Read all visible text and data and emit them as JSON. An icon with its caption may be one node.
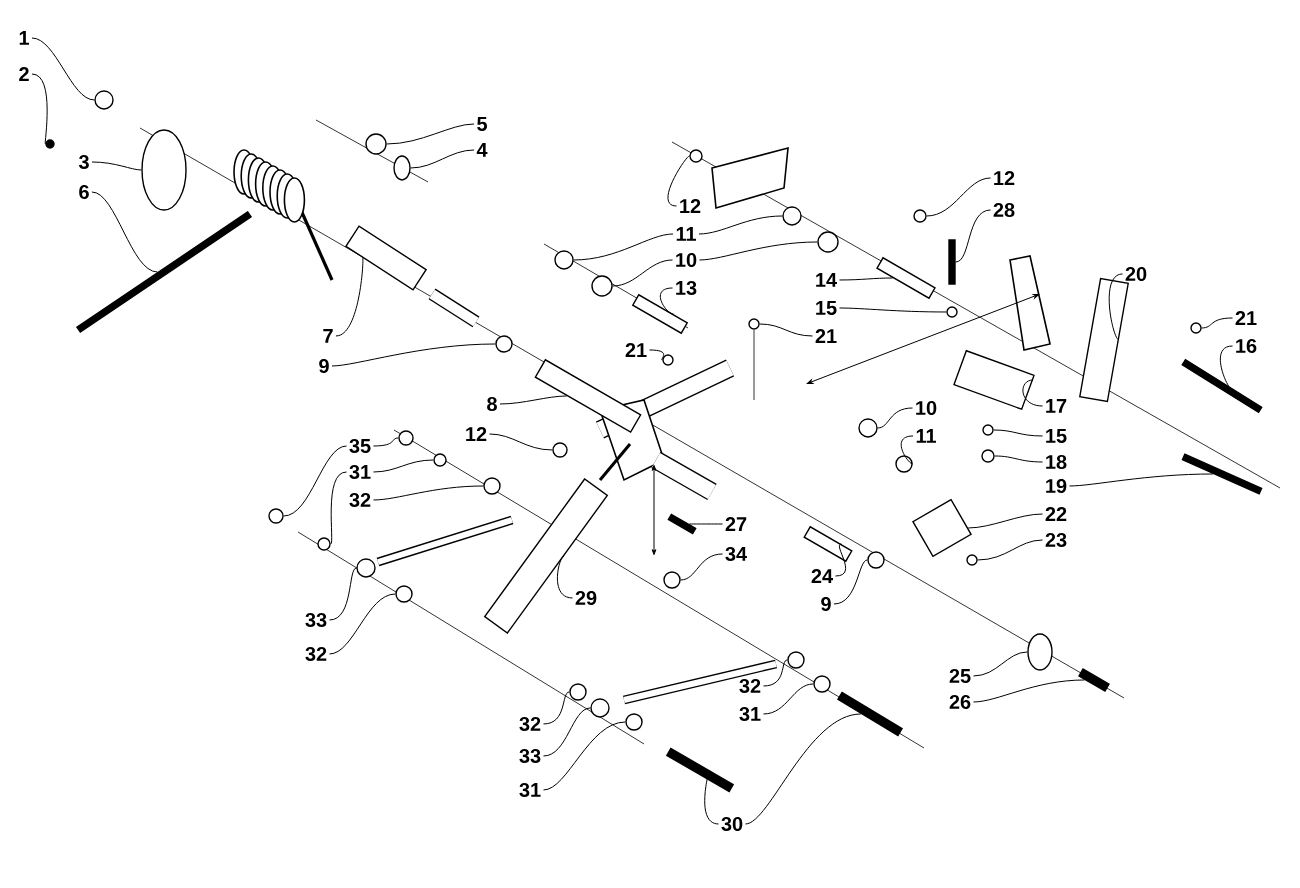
{
  "diagram": {
    "nodes": [
      {
        "text": [
          "1"
        ]
      },
      {
        "text": [
          "2"
        ]
      },
      {
        "text": [
          "5"
        ]
      },
      {
        "text": [
          "4"
        ]
      },
      {
        "text": [
          "3"
        ]
      },
      {
        "text": [
          "12"
        ]
      },
      {
        "text": [
          "6"
        ]
      },
      {
        "text": [
          "12"
        ]
      },
      {
        "text": [
          "28"
        ]
      },
      {
        "text": [
          "11"
        ]
      },
      {
        "text": [
          "10"
        ]
      },
      {
        "text": [
          "20"
        ]
      },
      {
        "text": [
          "14"
        ]
      },
      {
        "text": [
          "13"
        ]
      },
      {
        "text": [
          "15"
        ]
      },
      {
        "text": [
          "21"
        ]
      },
      {
        "text": [
          "7"
        ]
      },
      {
        "text": [
          "21"
        ]
      },
      {
        "text": [
          "16"
        ]
      },
      {
        "text": [
          "21"
        ]
      },
      {
        "text": [
          "9"
        ]
      },
      {
        "text": [
          "8"
        ]
      },
      {
        "text": [
          "17"
        ]
      },
      {
        "text": [
          "10"
        ]
      },
      {
        "text": [
          "12"
        ]
      },
      {
        "text": [
          "11"
        ]
      },
      {
        "text": [
          "15"
        ]
      },
      {
        "text": [
          "35"
        ]
      },
      {
        "text": [
          "18"
        ]
      },
      {
        "text": [
          "31"
        ]
      },
      {
        "text": [
          "19"
        ]
      },
      {
        "text": [
          "32"
        ]
      },
      {
        "text": [
          "22"
        ]
      },
      {
        "text": [
          "27"
        ]
      },
      {
        "text": [
          "23"
        ]
      },
      {
        "text": [
          "34"
        ]
      },
      {
        "text": [
          "24"
        ]
      },
      {
        "text": [
          "29"
        ]
      },
      {
        "text": [
          "9"
        ]
      },
      {
        "text": [
          "33"
        ]
      },
      {
        "text": [
          "32"
        ]
      },
      {
        "text": [
          "25"
        ]
      },
      {
        "text": [
          "32"
        ]
      },
      {
        "text": [
          "26"
        ]
      },
      {
        "text": [
          "31"
        ]
      },
      {
        "text": [
          "32"
        ]
      },
      {
        "text": [
          "33"
        ]
      },
      {
        "text": [
          "31"
        ]
      },
      {
        "text": [
          "30"
        ]
      },
      {
        "text": [],
        "shape": "circle"
      },
      {
        "text": [],
        "shape": "circle"
      },
      {
        "text": [],
        "shape": "circle"
      },
      {
        "text": [],
        "shape": "circle"
      },
      {
        "text": [],
        "shape": "circle"
      },
      {
        "text": [],
        "shape": "circle"
      },
      {
        "text": [],
        "shape": "bar"
      },
      {
        "text": [],
        "shape": "circle"
      },
      {
        "text": [],
        "shape": "bar"
      },
      {
        "text": [],
        "shape": "circle"
      },
      {
        "text": [],
        "shape": "circle"
      },
      {
        "text": [],
        "shape": "circle"
      },
      {
        "text": [],
        "shape": "circle"
      },
      {
        "text": [],
        "shape": "box"
      },
      {
        "text": [],
        "shape": "bar"
      },
      {
        "text": [],
        "shape": "bar"
      },
      {
        "text": [],
        "shape": "circle"
      },
      {
        "text": [],
        "shape": "circle"
      },
      {
        "text": [],
        "shape": "bar"
      },
      {
        "text": [],
        "shape": "circle"
      },
      {
        "text": [],
        "shape": "bar"
      },
      {
        "text": [],
        "shape": "circle"
      },
      {
        "text": [],
        "shape": "circle"
      },
      {
        "text": [],
        "shape": "bar"
      },
      {
        "text": [],
        "shape": "box"
      },
      {
        "text": [],
        "shape": "circle"
      },
      {
        "text": [],
        "shape": "circle"
      },
      {
        "text": [],
        "shape": "circle"
      },
      {
        "text": [],
        "shape": "circle"
      },
      {
        "text": [],
        "shape": "circle"
      },
      {
        "text": [],
        "shape": "circle"
      },
      {
        "text": [],
        "shape": "circle"
      },
      {
        "text": [],
        "shape": "circle"
      },
      {
        "text": [],
        "shape": "circle"
      },
      {
        "text": [],
        "shape": "bar"
      },
      {
        "text": [],
        "shape": "circle"
      },
      {
        "text": [],
        "shape": "box"
      },
      {
        "text": [],
        "shape": "bar"
      },
      {
        "text": [],
        "shape": "circle"
      },
      {
        "text": [],
        "shape": "circle"
      },
      {
        "text": [],
        "shape": "bar"
      },
      {
        "text": [],
        "shape": "bar"
      },
      {
        "text": [],
        "shape": "circle"
      },
      {
        "text": [],
        "shape": "circle"
      },
      {
        "text": [],
        "shape": "circle"
      },
      {
        "text": [],
        "shape": "circle"
      },
      {
        "text": [],
        "shape": "circle"
      },
      {
        "text": [],
        "shape": "bar"
      },
      {
        "text": [],
        "shape": "circle"
      },
      {
        "text": [],
        "shape": "circle"
      },
      {
        "text": [],
        "shape": "circle"
      },
      {
        "text": [],
        "shape": "circle"
      },
      {
        "text": [],
        "shape": "bar"
      },
      {
        "text": [],
        "shape": "bar"
      }
    ],
    "edges": [
      {
        "from": 0,
        "to": 49,
        "arrow": "none"
      },
      {
        "from": 1,
        "to": 50,
        "arrow": "none"
      },
      {
        "from": 2,
        "to": 51,
        "arrow": "none"
      },
      {
        "from": 3,
        "to": 52,
        "arrow": "none"
      },
      {
        "from": 4,
        "to": 53,
        "arrow": "none"
      },
      {
        "from": 5,
        "to": 54,
        "arrow": "none"
      },
      {
        "from": 6,
        "to": 55,
        "arrow": "none"
      },
      {
        "from": 7,
        "to": 56,
        "arrow": "none"
      },
      {
        "from": 8,
        "to": 57,
        "arrow": "none"
      },
      {
        "from": 9,
        "to": 58,
        "arrow": "none"
      },
      {
        "from": 9,
        "to": 59,
        "arrow": "none"
      },
      {
        "from": 10,
        "to": 60,
        "arrow": "none"
      },
      {
        "from": 10,
        "to": 61,
        "arrow": "none"
      },
      {
        "from": 11,
        "to": 62,
        "arrow": "none"
      },
      {
        "from": 12,
        "to": 63,
        "arrow": "none"
      },
      {
        "from": 13,
        "to": 64,
        "arrow": "none"
      },
      {
        "from": 14,
        "to": 65,
        "arrow": "none"
      },
      {
        "from": 15,
        "to": 66,
        "arrow": "none"
      },
      {
        "from": 16,
        "to": 67,
        "arrow": "none"
      },
      {
        "from": 17,
        "to": 68,
        "arrow": "none"
      },
      {
        "from": 18,
        "to": 69,
        "arrow": "none"
      },
      {
        "from": 19,
        "to": 70,
        "arrow": "none"
      },
      {
        "from": 20,
        "to": 71,
        "arrow": "none"
      },
      {
        "from": 21,
        "to": 72,
        "arrow": "none"
      },
      {
        "from": 22,
        "to": 73,
        "arrow": "none"
      },
      {
        "from": 23,
        "to": 74,
        "arrow": "none"
      },
      {
        "from": 24,
        "to": 75,
        "arrow": "none"
      },
      {
        "from": 25,
        "to": 76,
        "arrow": "none"
      },
      {
        "from": 26,
        "to": 77,
        "arrow": "none"
      },
      {
        "from": 27,
        "to": 78,
        "arrow": "none"
      },
      {
        "from": 27,
        "to": 79,
        "arrow": "none"
      },
      {
        "from": 28,
        "to": 80,
        "arrow": "none"
      },
      {
        "from": 29,
        "to": 81,
        "arrow": "none"
      },
      {
        "from": 29,
        "to": 82,
        "arrow": "none"
      },
      {
        "from": 30,
        "to": 83,
        "arrow": "none"
      },
      {
        "from": 31,
        "to": 84,
        "arrow": "none"
      },
      {
        "from": 32,
        "to": 85,
        "arrow": "none"
      },
      {
        "from": 33,
        "to": 86,
        "arrow": "none"
      },
      {
        "from": 34,
        "to": 87,
        "arrow": "none"
      },
      {
        "from": 35,
        "to": 88,
        "arrow": "none"
      },
      {
        "from": 36,
        "to": 89,
        "arrow": "none"
      },
      {
        "from": 37,
        "to": 90,
        "arrow": "none"
      },
      {
        "from": 38,
        "to": 91,
        "arrow": "none"
      },
      {
        "from": 39,
        "to": 92,
        "arrow": "none"
      },
      {
        "from": 40,
        "to": 93,
        "arrow": "none"
      },
      {
        "from": 41,
        "to": 94,
        "arrow": "none"
      },
      {
        "from": 42,
        "to": 95,
        "arrow": "none"
      },
      {
        "from": 43,
        "to": 96,
        "arrow": "none"
      },
      {
        "from": 44,
        "to": 97,
        "arrow": "none"
      },
      {
        "from": 45,
        "to": 98,
        "arrow": "none"
      },
      {
        "from": 46,
        "to": 99,
        "arrow": "none"
      },
      {
        "from": 47,
        "to": 100,
        "arrow": "none"
      },
      {
        "from": 48,
        "to": 101,
        "arrow": "none"
      },
      {
        "from": 48,
        "to": 102,
        "arrow": "none"
      }
    ]
  }
}
